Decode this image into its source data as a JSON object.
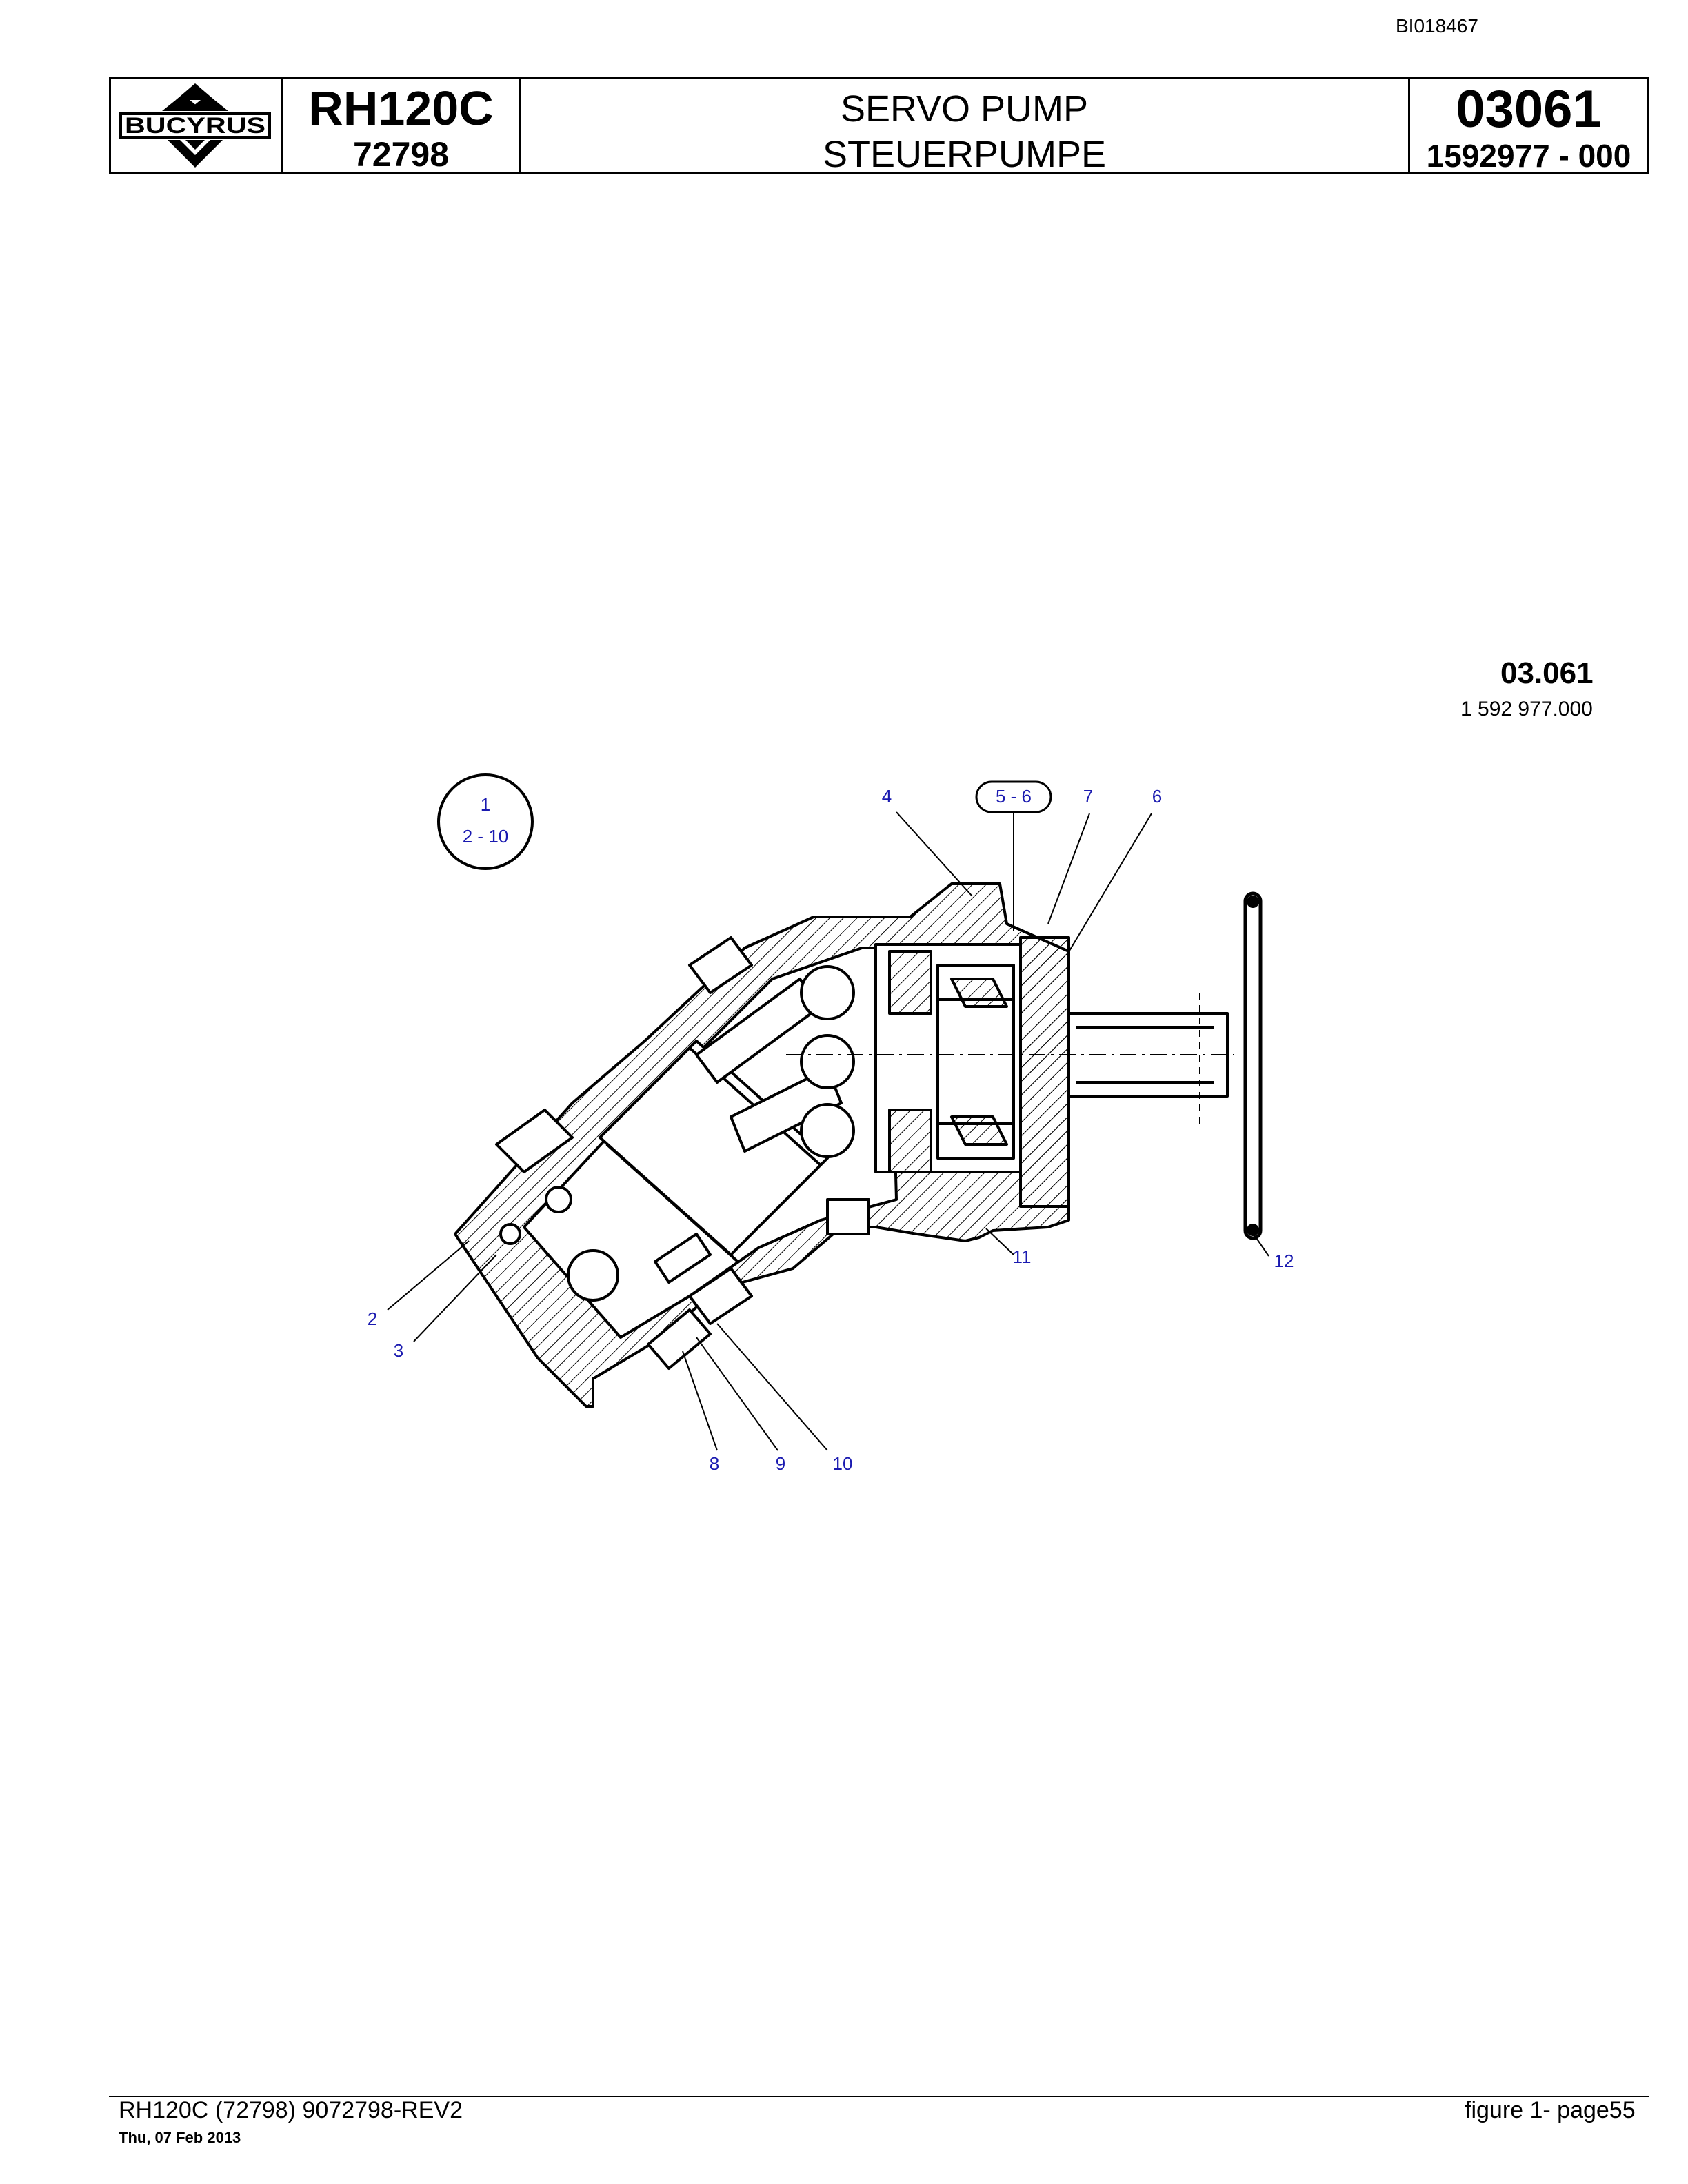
{
  "document_id": "BI018467",
  "header": {
    "brand": "BUCYRUS",
    "model": "RH120C",
    "serial": "72798",
    "title_en": "SERVO PUMP",
    "title_de": "STEUERPUMPE",
    "group_number": "03061",
    "part_number": "1592977  - 000"
  },
  "figure": {
    "group_code": "03.061",
    "part_code": "1 592 977.000",
    "assembly_callout": {
      "top": "1",
      "bottom": "2 - 10"
    },
    "callouts": [
      "2",
      "3",
      "4",
      "5 - 6",
      "7",
      "6",
      "8",
      "9",
      "10",
      "11",
      "12"
    ]
  },
  "footer": {
    "left": "RH120C (72798) 9072798-REV2",
    "date": "Thu, 07 Feb 2013",
    "right": "figure  1- page55"
  },
  "colors": {
    "callout": "#1a1ab0",
    "line": "#000000"
  }
}
